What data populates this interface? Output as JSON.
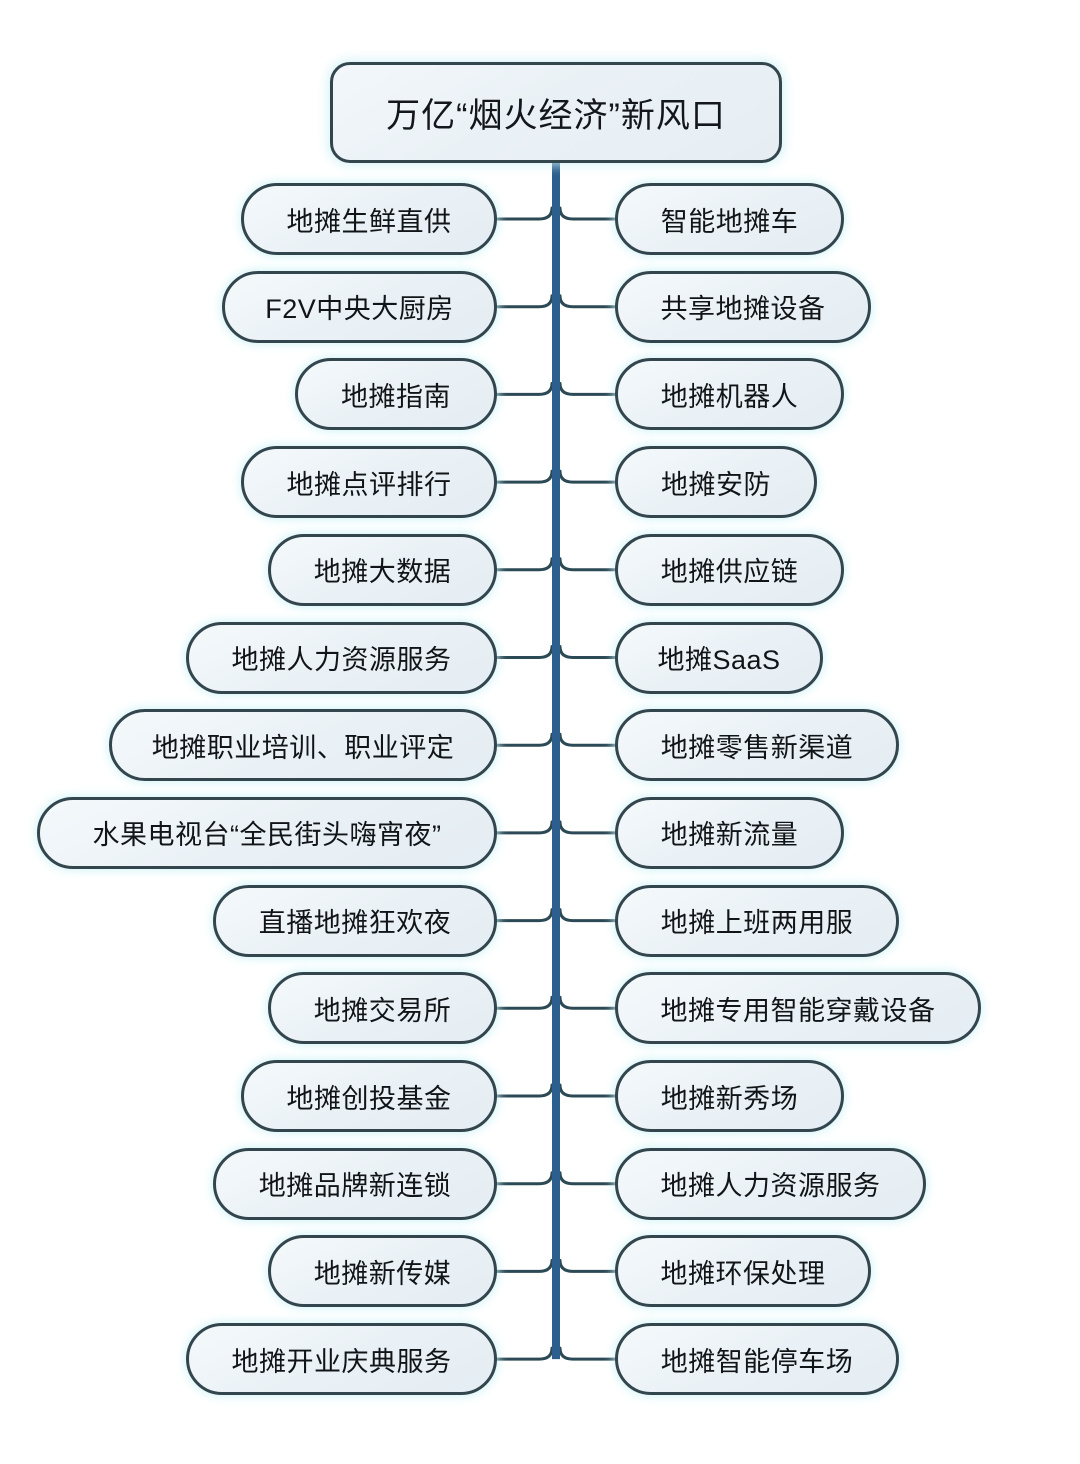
{
  "diagram": {
    "type": "mind-map",
    "orientation": "vertical-spine-two-sided",
    "root": {
      "label": "万亿“烟火经济”新风口"
    },
    "colors": {
      "spine": "#2c5f8d",
      "connector": "#2c4a55",
      "node_border": "#33464e",
      "node_fill": "#eaf1f6",
      "text": "#121518",
      "background": "#ffffff",
      "glow": "#cdf2f6"
    },
    "left_branch": {
      "side": "left",
      "count": 14,
      "items": [
        {
          "label": "地摊生鲜直供"
        },
        {
          "label": "F2V中央大厨房"
        },
        {
          "label": "地摊指南"
        },
        {
          "label": "地摊点评排行"
        },
        {
          "label": "地摊大数据"
        },
        {
          "label": "地摊人力资源服务"
        },
        {
          "label": "地摊职业培训、职业评定"
        },
        {
          "label": "水果电视台“全民街头嗨宵夜”"
        },
        {
          "label": "直播地摊狂欢夜"
        },
        {
          "label": "地摊交易所"
        },
        {
          "label": "地摊创投基金"
        },
        {
          "label": "地摊品牌新连锁"
        },
        {
          "label": "地摊新传媒"
        },
        {
          "label": "地摊开业庆典服务"
        }
      ]
    },
    "right_branch": {
      "side": "right",
      "count": 14,
      "items": [
        {
          "label": "智能地摊车"
        },
        {
          "label": "共享地摊设备"
        },
        {
          "label": "地摊机器人"
        },
        {
          "label": "地摊安防"
        },
        {
          "label": "地摊供应链"
        },
        {
          "label": "地摊SaaS"
        },
        {
          "label": "地摊零售新渠道"
        },
        {
          "label": "地摊新流量"
        },
        {
          "label": "地摊上班两用服"
        },
        {
          "label": "地摊专用智能穿戴设备"
        },
        {
          "label": "地摊新秀场"
        },
        {
          "label": "地摊人力资源服务"
        },
        {
          "label": "地摊环保处理"
        },
        {
          "label": "地摊智能停车场"
        }
      ]
    }
  }
}
